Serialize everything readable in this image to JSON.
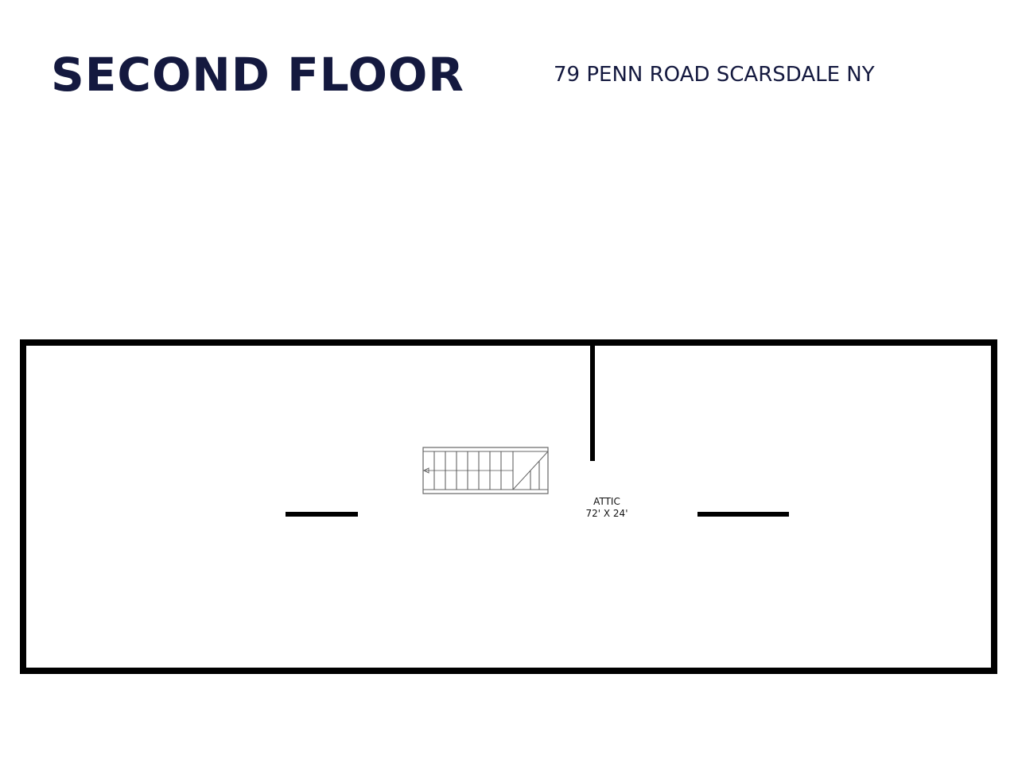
{
  "header": {
    "title": "SECOND FLOOR",
    "address": "79 PENN ROAD SCARSDALE NY"
  },
  "rooms": [
    {
      "name": "ATTIC",
      "dimensions": "72' X 24'"
    }
  ],
  "colors": {
    "title": "#14193f",
    "address": "#14193f",
    "walls": "#000000",
    "stairs": "#555555",
    "background": "#ffffff"
  }
}
